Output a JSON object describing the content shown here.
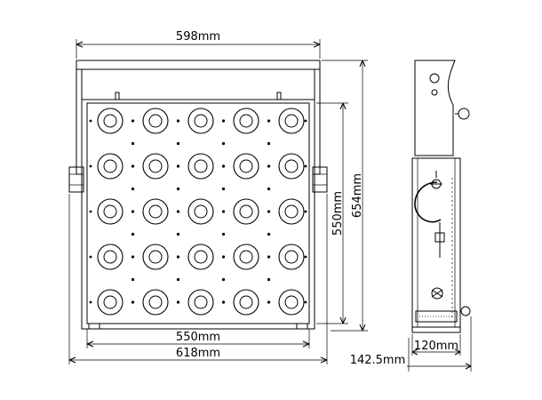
{
  "dimensions": {
    "top_width": "598mm",
    "panel_height": "550mm",
    "total_height": "654mm",
    "panel_width": "550mm",
    "total_width": "618mm",
    "depth_total": "142.5mm",
    "depth_body": "120mm"
  },
  "grid": {
    "rows": 5,
    "cols": 5
  }
}
